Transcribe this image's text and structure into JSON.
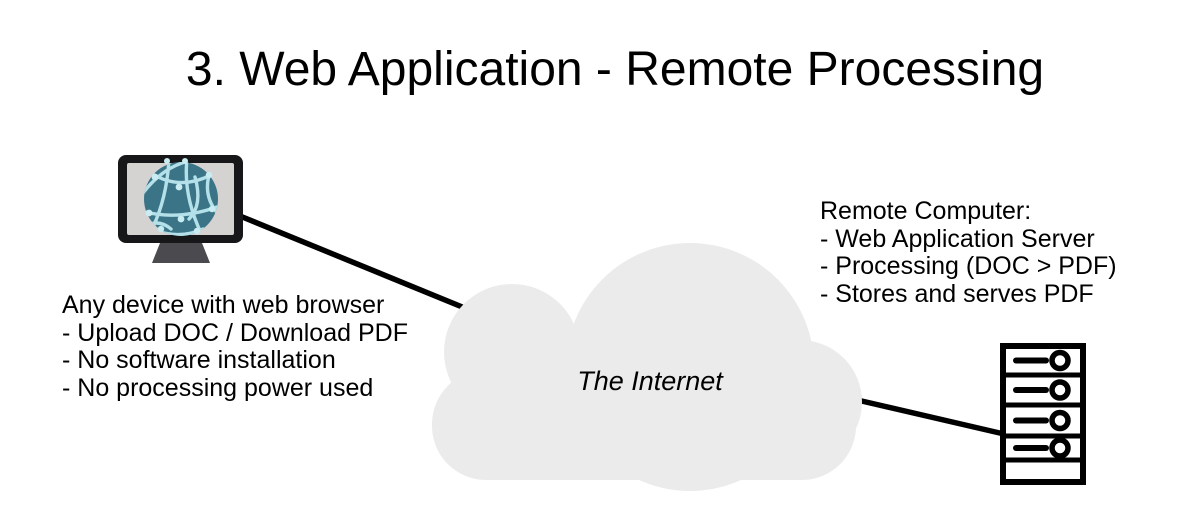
{
  "title": "3. Web Application - Remote Processing",
  "internet": {
    "label": "The Internet"
  },
  "client": {
    "icon": "monitor-with-globe",
    "caption_lines": [
      "Any device with web browser",
      "- Upload DOC / Download PDF",
      "- No software installation",
      "- No processing power used"
    ]
  },
  "remote": {
    "icon": "server-rack",
    "caption_lines": [
      "Remote Computer:",
      "- Web Application Server",
      "- Processing (DOC > PDF)",
      "- Stores and serves PDF"
    ]
  },
  "colors": {
    "ink": "#000000",
    "cloud_fill": "#ebebeb",
    "monitor_frame": "#17171a",
    "monitor_screen": "#d4d3d2",
    "monitor_stand": "#4a4a4f",
    "globe_fill": "#3b7486",
    "globe_net": "#b4e1e9",
    "globe_node": "#c9ecf2"
  }
}
